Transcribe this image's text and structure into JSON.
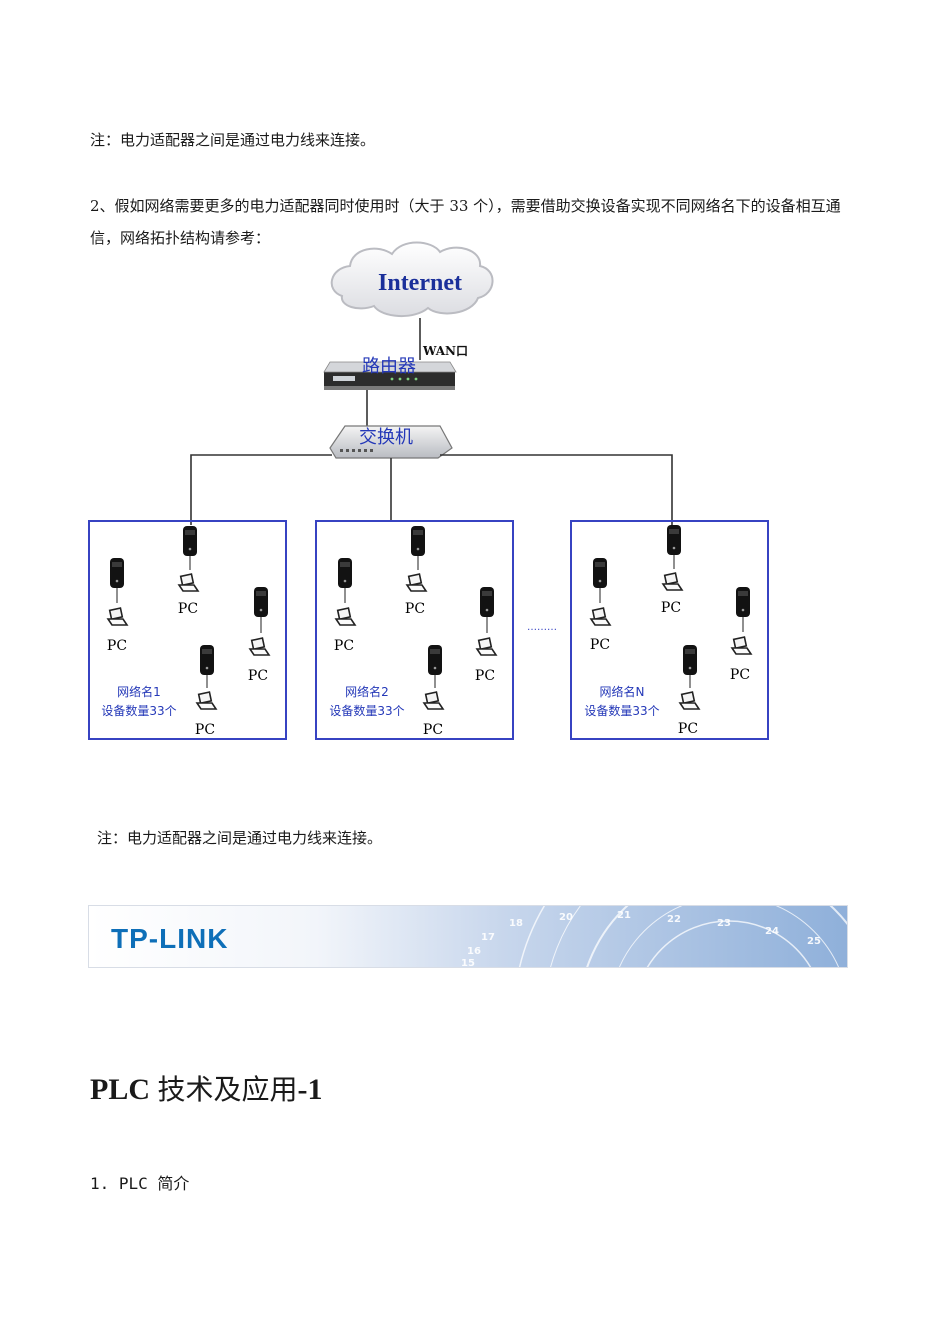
{
  "note_top": "注：电力适配器之间是通过电力线来连接。",
  "paragraph": "2、假如网络需要更多的电力适配器同时使用时（大于 33 个），需要借助交换设备实现不同网络名下的设备相互通信，网络拓扑结构请参考：",
  "diagram": {
    "internet": "Internet",
    "wan": "WAN口",
    "router": "路由器",
    "switch": "交换机",
    "ellipsis": "………",
    "pc": "PC",
    "groups": [
      {
        "name": "网络名1",
        "count": "设备数量33个"
      },
      {
        "name": "网络名2",
        "count": "设备数量33个"
      },
      {
        "name": "网络名N",
        "count": "设备数量33个"
      }
    ]
  },
  "note_bottom": "注：电力适配器之间是通过电力线来连接。",
  "banner": {
    "logo": "TP-LINK",
    "dial": [
      "20",
      "21",
      "22",
      "23",
      "24",
      "25",
      "18",
      "17",
      "16",
      "15"
    ]
  },
  "heading": {
    "part1": "PLC",
    "part2": "技术及应用",
    "part3": "-1"
  },
  "subheading": "1. PLC 简介"
}
